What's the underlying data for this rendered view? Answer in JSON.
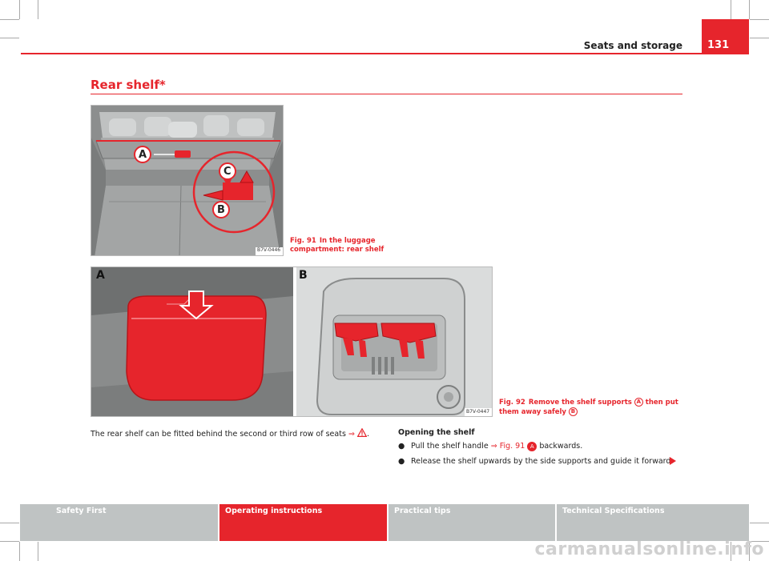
{
  "header": {
    "section_title": "Seats and storage",
    "page_number": "131"
  },
  "section": {
    "title": "Rear shelf*"
  },
  "figures": {
    "fig91": {
      "callouts": [
        "A",
        "B",
        "C"
      ],
      "code": "B7V-0446",
      "caption_label": "Fig. 91",
      "caption_text": "In the luggage compartment: rear shelf"
    },
    "fig92": {
      "panel_a": "A",
      "panel_b": "B",
      "code": "B7V-0447",
      "caption_label": "Fig. 92",
      "caption_text_1": "Remove the shelf supports",
      "caption_ref_1": "A",
      "caption_text_2": "then put them away safely",
      "caption_ref_2": "B"
    }
  },
  "body": {
    "intro": "The rear shelf can be fitted behind the second or third row of seats",
    "intro_ref": "⇒",
    "sub_heading": "Opening the shelf",
    "bullets": [
      {
        "pre": "Pull the shelf handle ",
        "ref": "⇒ Fig. 91",
        "circ": "A",
        "post": " backwards."
      },
      {
        "text": "Release the shelf upwards by the side supports and guide it forward."
      }
    ],
    "bullet_symbol": "●"
  },
  "footer": {
    "tabs": [
      "Safety First",
      "Operating instructions",
      "Practical tips",
      "Technical Specifications"
    ]
  },
  "watermark": "carmanualsonline.info",
  "colors": {
    "accent": "#e6252c",
    "tab_gray": "#bfc3c3"
  }
}
